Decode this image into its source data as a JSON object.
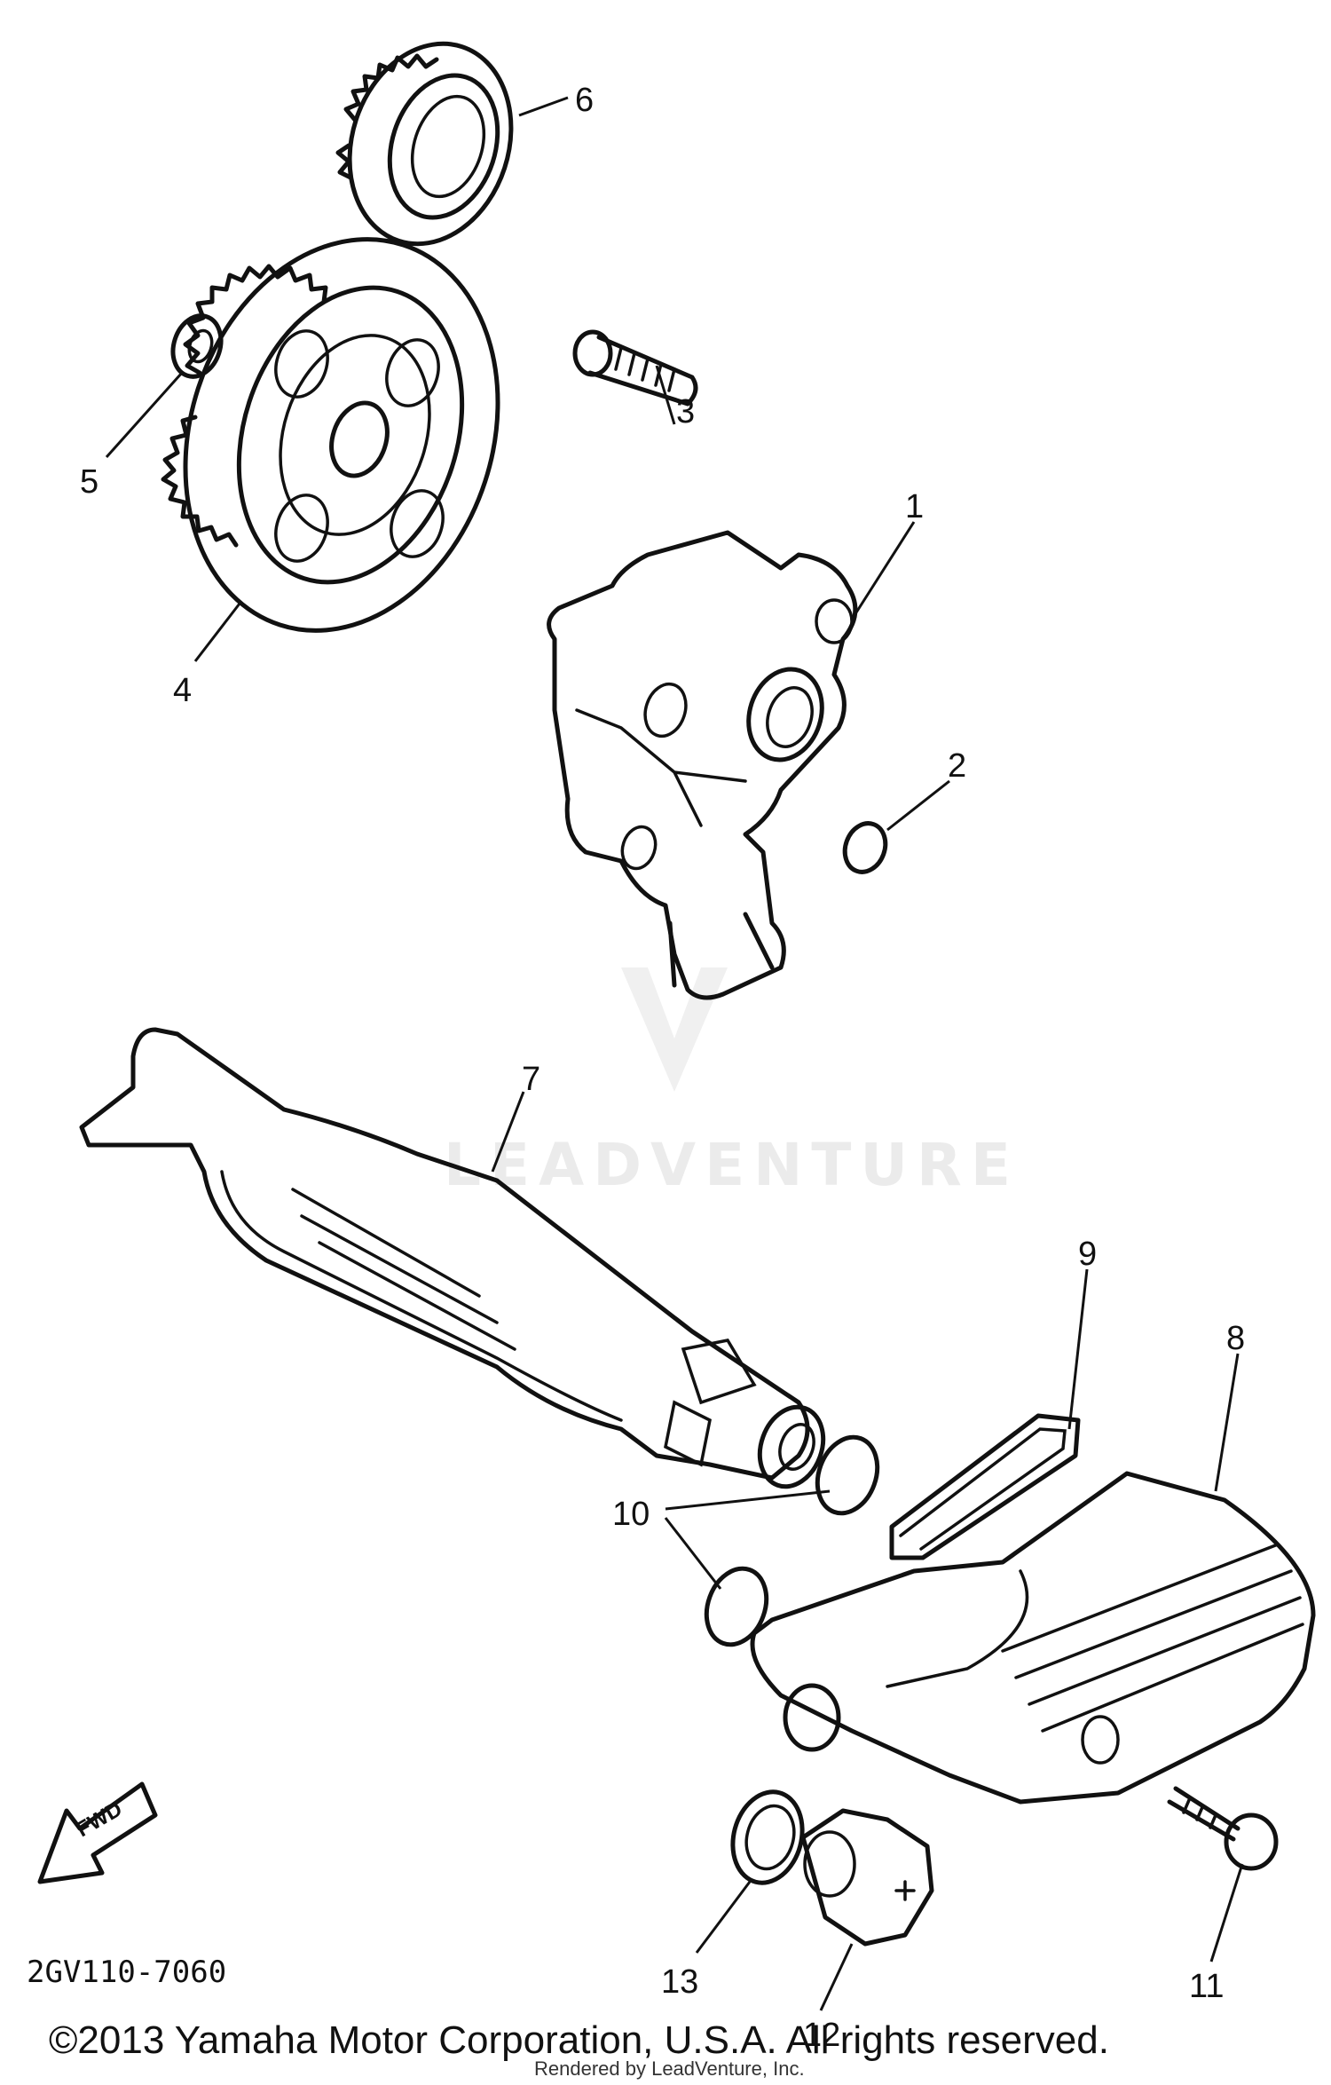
{
  "diagram": {
    "callouts": [
      "1",
      "2",
      "3",
      "4",
      "5",
      "6",
      "7",
      "8",
      "9",
      "10",
      "11",
      "12",
      "13"
    ],
    "drawing_code": "2GV110-7060",
    "fwd_label": "FWD",
    "watermark": "LEADVENTURE"
  },
  "footer": {
    "copyright": "©2013 Yamaha Motor Corporation, U.S.A. All rights reserved.",
    "rendered_by": "Rendered by LeadVenture, Inc."
  }
}
